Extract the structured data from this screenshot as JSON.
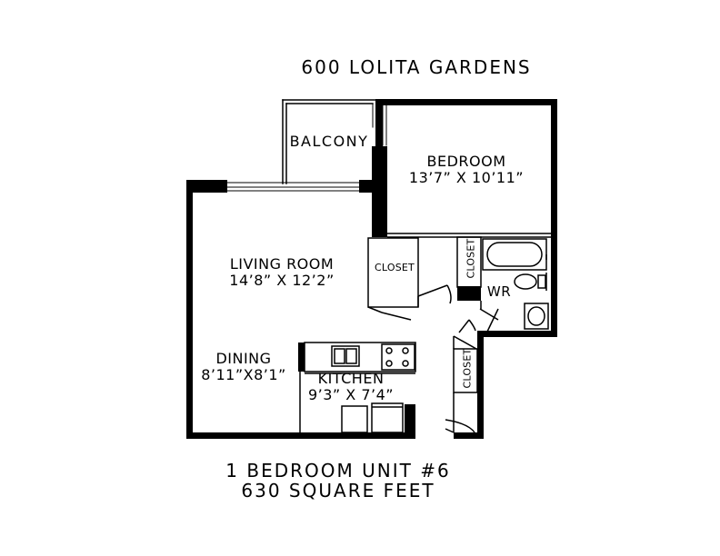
{
  "building": "600 LOLITA GARDENS",
  "rooms": {
    "balcony": "BALCONY",
    "bedroom": {
      "name": "BEDROOM",
      "size": "13’7” X 10’11”"
    },
    "living_room": {
      "name": "LIVING ROOM",
      "size": "14’8” X 12’2”"
    },
    "dining": {
      "name": "DINING",
      "size": "8’11”X8’1”"
    },
    "kitchen": {
      "name": "KITCHEN",
      "size": "9’3” X 7’4”"
    },
    "closet_main": "CLOSET",
    "closet_bath": "CLOSET",
    "closet_hall": "CLOSET",
    "wr": "WR"
  },
  "unit": {
    "title": "1 BEDROOM UNIT #6",
    "area": "630 SQUARE FEET"
  }
}
